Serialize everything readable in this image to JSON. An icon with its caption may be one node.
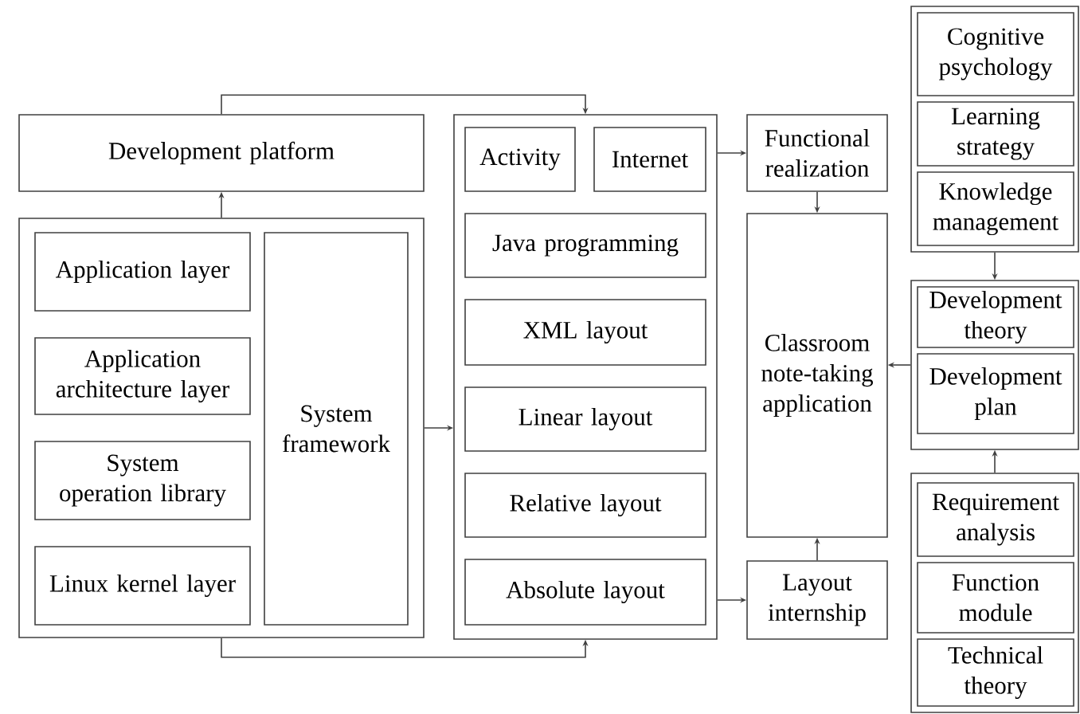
{
  "diagram": {
    "nodes": [
      {
        "text": [
          "Development platform"
        ]
      },
      {
        "text": [],
        "shape": "box"
      },
      {
        "text": [
          "Application layer"
        ],
        "in": 1
      },
      {
        "text": [
          "Application architecture layer"
        ],
        "in": 1
      },
      {
        "text": [
          "System operation library"
        ],
        "in": 1
      },
      {
        "text": [
          "Linux kernel layer"
        ],
        "in": 1
      },
      {
        "text": [
          "System framework"
        ],
        "in": 1
      },
      {
        "text": [],
        "shape": "box"
      },
      {
        "text": [
          "Activity"
        ],
        "in": 7
      },
      {
        "text": [
          "Internet"
        ],
        "in": 7
      },
      {
        "text": [
          "Java programming"
        ],
        "in": 7
      },
      {
        "text": [
          "XML layout"
        ],
        "in": 7
      },
      {
        "text": [
          "Linear layout"
        ],
        "in": 7
      },
      {
        "text": [
          "Relative layout"
        ],
        "in": 7
      },
      {
        "text": [
          "Absolute layout"
        ],
        "in": 7
      },
      {
        "text": [
          "Functional realization"
        ]
      },
      {
        "text": [
          "Classroom note-taking application"
        ]
      },
      {
        "text": [
          "Layout internship"
        ]
      },
      {
        "text": [],
        "shape": "box"
      },
      {
        "text": [
          "Cognitive psychology"
        ],
        "in": 18
      },
      {
        "text": [
          "Learning strategy"
        ],
        "in": 18
      },
      {
        "text": [
          "Knowledge management"
        ],
        "in": 18
      },
      {
        "text": [],
        "shape": "box"
      },
      {
        "text": [
          "Development theory"
        ],
        "in": 22
      },
      {
        "text": [
          "Development plan"
        ],
        "in": 22
      },
      {
        "text": [],
        "shape": "box"
      },
      {
        "text": [
          "Requirement analysis"
        ],
        "in": 25
      },
      {
        "text": [
          "Function module"
        ],
        "in": 25
      },
      {
        "text": [
          "Technical theory"
        ],
        "in": 25
      }
    ],
    "edges": [
      {
        "from": 1,
        "to": 0,
        "arrow": "to"
      },
      {
        "from": 0,
        "to": 7,
        "arrow": "to"
      },
      {
        "from": 1,
        "to": 7,
        "arrow": "to"
      },
      {
        "from": 1,
        "to": 7,
        "arrow": "to"
      },
      {
        "from": 7,
        "to": 15,
        "arrow": "to"
      },
      {
        "from": 7,
        "to": 17,
        "arrow": "to"
      },
      {
        "from": 15,
        "to": 16,
        "arrow": "to"
      },
      {
        "from": 17,
        "to": 16,
        "arrow": "to"
      },
      {
        "from": 18,
        "to": 22,
        "arrow": "to"
      },
      {
        "from": 25,
        "to": 22,
        "arrow": "to"
      },
      {
        "from": 22,
        "to": 16,
        "arrow": "to"
      }
    ]
  }
}
